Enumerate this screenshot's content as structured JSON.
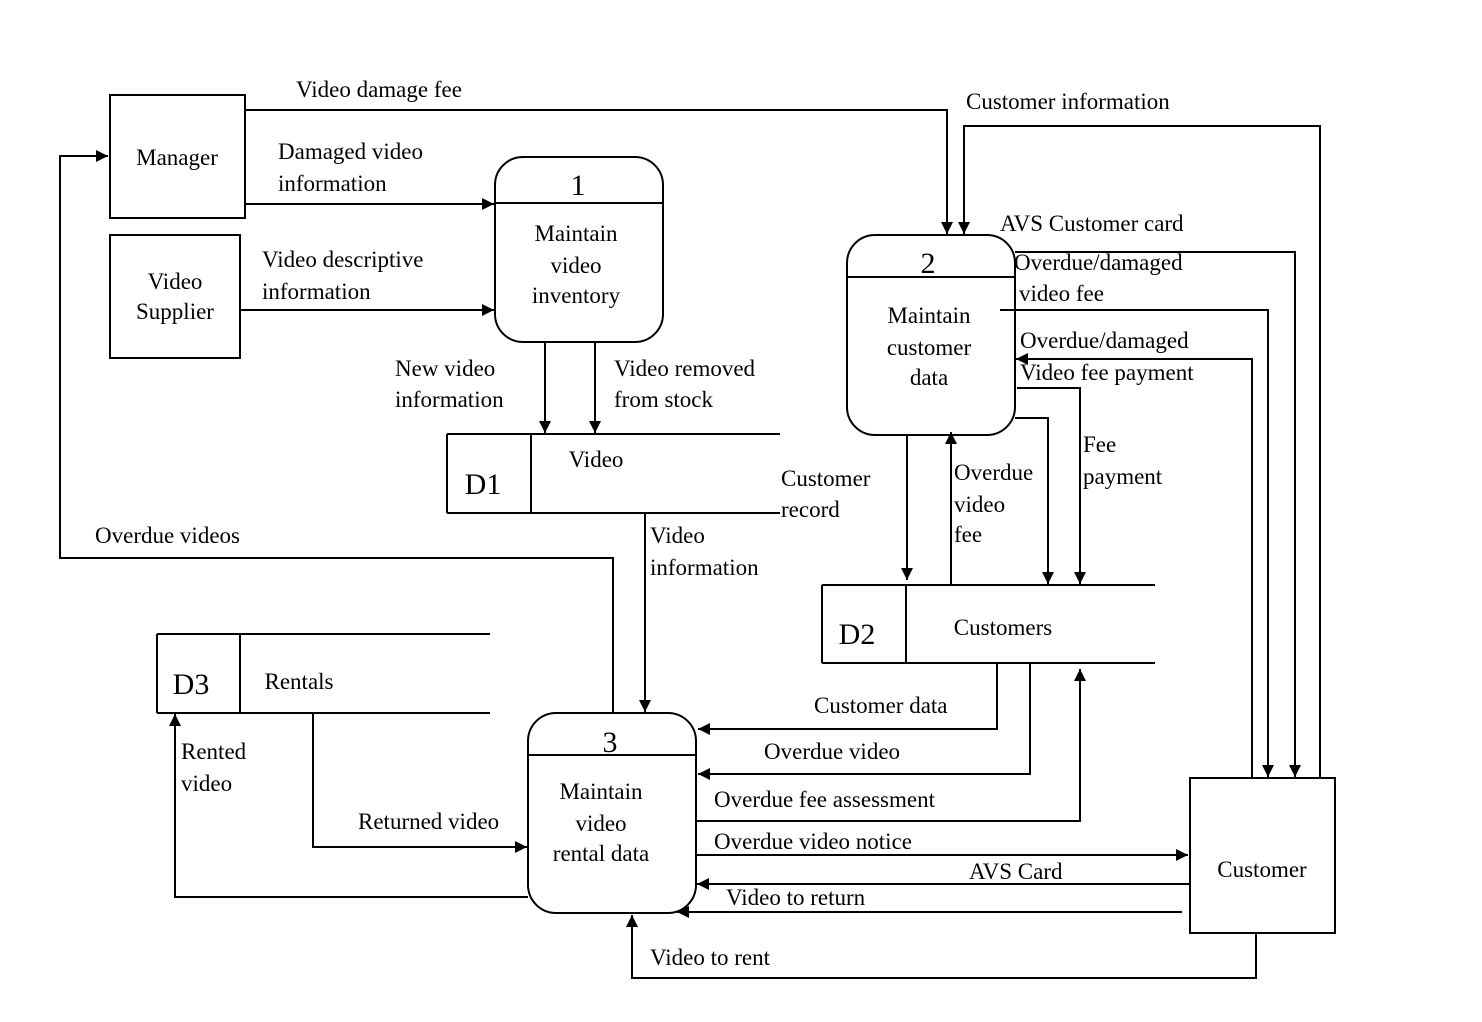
{
  "entities": {
    "manager": "Manager",
    "video_supplier": [
      "Video",
      "Supplier"
    ],
    "customer": "Customer"
  },
  "processes": {
    "p1": {
      "number": "1",
      "label": [
        "Maintain",
        "video",
        "inventory"
      ]
    },
    "p2": {
      "number": "2",
      "label": [
        "Maintain",
        "customer",
        "data"
      ]
    },
    "p3": {
      "number": "3",
      "label": [
        "Maintain",
        "video",
        "rental data"
      ]
    }
  },
  "stores": {
    "d1": {
      "id": "D1",
      "name": "Video"
    },
    "d2": {
      "id": "D2",
      "name": "Customers"
    },
    "d3": {
      "id": "D3",
      "name": "Rentals"
    }
  },
  "flows": {
    "video_damage_fee": "Video damage fee",
    "customer_information": "Customer information",
    "damaged_video_information": [
      "Damaged video",
      "information"
    ],
    "video_descriptive_information": [
      "Video descriptive",
      "information"
    ],
    "avs_customer_card": "AVS Customer card",
    "overdue_damaged_video_fee": [
      "Overdue/damaged",
      "video fee"
    ],
    "overdue_damaged_video_fee_payment": [
      "Overdue/damaged",
      "Video fee payment"
    ],
    "new_video_information": [
      "New video",
      "information"
    ],
    "video_removed_from_stock": [
      "Video removed",
      "from stock"
    ],
    "customer_record": [
      "Customer",
      "record"
    ],
    "overdue_video_fee": [
      "Overdue",
      "video",
      "fee"
    ],
    "fee_payment": [
      "Fee",
      "payment"
    ],
    "overdue_videos": "Overdue videos",
    "video_information": [
      "Video",
      "information"
    ],
    "rented_video": [
      "Rented",
      "video"
    ],
    "returned_video": "Returned video",
    "customer_data": "Customer data",
    "overdue_video": "Overdue video",
    "overdue_fee_assessment": "Overdue fee assessment",
    "overdue_video_notice": "Overdue video notice",
    "avs_card": "AVS Card",
    "video_to_return": "Video to return",
    "video_to_rent": "Video to rent"
  }
}
